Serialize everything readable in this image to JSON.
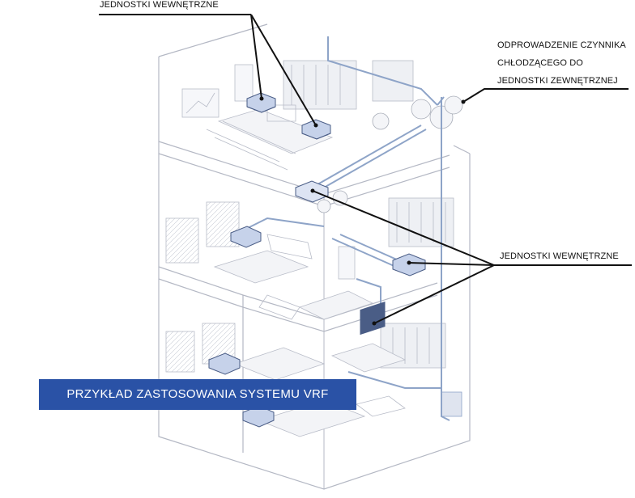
{
  "labels": {
    "indoor_units_top": "JEDNOSTKI WEWNĘTRZNE",
    "indoor_units_right": "JEDNOSTKI WEWNĘTRZNE",
    "refrigerant_line_1": "ODPROWADZENIE CZYNNIKA",
    "refrigerant_line_2": "CHŁODZĄCEGO DO",
    "refrigerant_line_3": "JEDNOSTKI ZEWNĘTRZNEJ"
  },
  "banner": {
    "text": "PRZYKŁAD ZASTOSOWANIA SYSTEMU VRF",
    "color": "#2a52a6"
  },
  "colors": {
    "building_line": "#b4b8c4",
    "pipe": "#8ea4c8",
    "unit_fill": "#c6d2ea",
    "unit_dark": "#4a5d86",
    "leader": "#111111"
  }
}
